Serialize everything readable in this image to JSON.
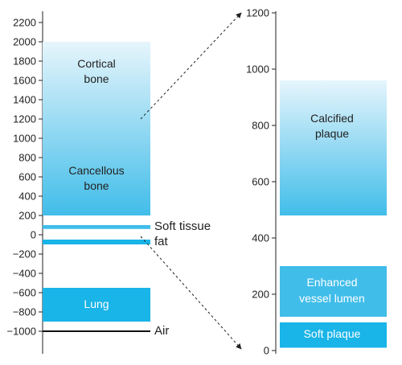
{
  "left_scale": {
    "ticks": [
      "2200",
      "2000",
      "1800",
      "1600",
      "1400",
      "1200",
      "1000",
      "800",
      "600",
      "400",
      "200",
      "0",
      "−200",
      "−400",
      "−600",
      "−800",
      "−1000"
    ],
    "tick_values": [
      2200,
      2000,
      1800,
      1600,
      1400,
      1200,
      1000,
      800,
      600,
      400,
      200,
      0,
      -200,
      -400,
      -600,
      -800,
      -1000
    ],
    "bands": {
      "bone": {
        "range": [
          200,
          2000
        ],
        "label_top_1": "Cortical",
        "label_top_2": "bone",
        "label_bottom_1": "Cancellous",
        "label_bottom_2": "bone"
      },
      "soft_tissue": {
        "range": [
          60,
          100
        ],
        "label": "Soft tissue"
      },
      "fat": {
        "range": [
          -100,
          -50
        ],
        "label": "fat"
      },
      "lung": {
        "range": [
          -900,
          -550
        ],
        "label": "Lung"
      },
      "air": {
        "value": -1000,
        "label": "Air"
      }
    }
  },
  "right_scale": {
    "ticks": [
      "1200",
      "1000",
      "800",
      "600",
      "400",
      "200",
      "0"
    ],
    "tick_values": [
      1200,
      1000,
      800,
      600,
      400,
      200,
      0
    ],
    "bands": {
      "calcified": {
        "range": [
          480,
          960
        ],
        "label_1": "Calcified",
        "label_2": "plaque"
      },
      "enhanced": {
        "range": [
          120,
          300
        ],
        "label_1": "Enhanced",
        "label_2": "vessel lumen"
      },
      "soft_plaque": {
        "range": [
          10,
          100
        ],
        "label": "Soft plaque"
      }
    }
  },
  "colors": {
    "gradient_top": "#e6f5fc",
    "gradient_bottom": "#41bde9",
    "band_solid": "#19b4e8",
    "axis": "#222222",
    "air_line": "#111111"
  }
}
